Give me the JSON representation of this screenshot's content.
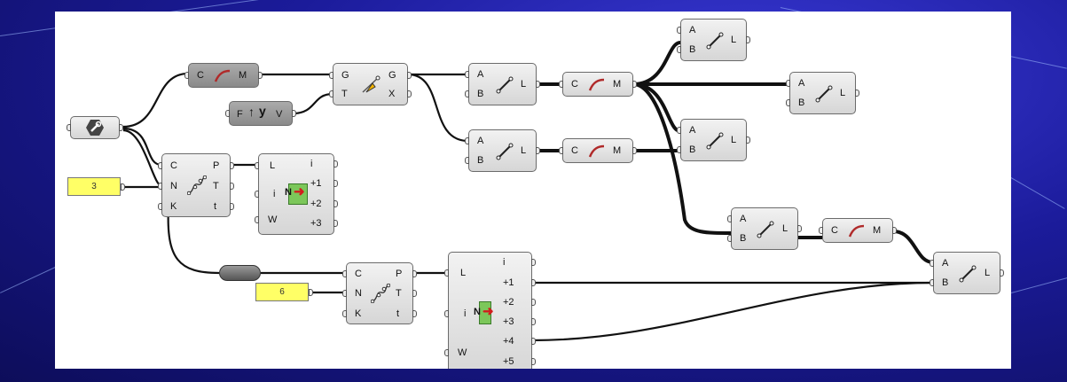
{
  "components": {
    "param": {
      "icon": "gear-wrench-icon"
    },
    "slider_1": {
      "value": "3"
    },
    "slider_2": {
      "value": "6"
    },
    "curve_top": {
      "in": "C",
      "out": "M"
    },
    "curve_a": {
      "in": "C",
      "out": "M"
    },
    "curve_b": {
      "in": "C",
      "out": "M"
    },
    "curve_c": {
      "in": "C",
      "out": "M"
    },
    "fxy": {
      "in": "F",
      "out": "V",
      "icon_label": "y"
    },
    "gt": {
      "in": [
        "G",
        "T"
      ],
      "out": [
        "G",
        "X"
      ]
    },
    "line_1": {
      "in": [
        "A",
        "B"
      ],
      "out": "L"
    },
    "line_2": {
      "in": [
        "A",
        "B"
      ],
      "out": "L"
    },
    "line_3": {
      "in": [
        "A",
        "B"
      ],
      "out": "L"
    },
    "line_4": {
      "in": [
        "A",
        "B"
      ],
      "out": "L"
    },
    "line_5": {
      "in": [
        "A",
        "B"
      ],
      "out": "L"
    },
    "line_6": {
      "in": [
        "A",
        "B"
      ],
      "out": "L"
    },
    "line_7": {
      "in": [
        "A",
        "B"
      ],
      "out": "L"
    },
    "divide_1": {
      "in": [
        "C",
        "N",
        "K"
      ],
      "out": [
        "P",
        "T",
        "t"
      ]
    },
    "divide_2": {
      "in": [
        "C",
        "N",
        "K"
      ],
      "out": [
        "P",
        "T",
        "t"
      ]
    },
    "list_1": {
      "in": [
        "L",
        "i",
        "W"
      ],
      "out": [
        "i",
        "+1",
        "+2",
        "+3"
      ],
      "center": "N"
    },
    "list_2": {
      "in": [
        "L",
        "i",
        "W"
      ],
      "out": [
        "i",
        "+1",
        "+2",
        "+3",
        "+4",
        "+5"
      ],
      "center": "N"
    }
  },
  "colors": {
    "background": "#1b1b9a",
    "canvas": "#ffffff",
    "panel": "#ffff66",
    "curve_icon": "#b02a2a",
    "wire": "#111111"
  }
}
